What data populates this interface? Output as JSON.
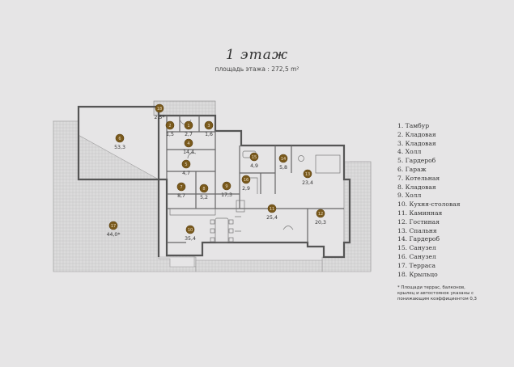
{
  "title": "1 этаж",
  "subtitle": "площадь этажа : 272,5 m²",
  "rooms": [
    {
      "n": "1",
      "area": "2,7"
    },
    {
      "n": "2",
      "area": "1,5"
    },
    {
      "n": "3",
      "area": "1,6"
    },
    {
      "n": "4",
      "area": "14,4"
    },
    {
      "n": "5",
      "area": "4,7"
    },
    {
      "n": "6",
      "area": "53,3"
    },
    {
      "n": "7",
      "area": "8,7"
    },
    {
      "n": "8",
      "area": "5,2"
    },
    {
      "n": "9",
      "area": "17,3"
    },
    {
      "n": "10",
      "area": "35,4"
    },
    {
      "n": "11",
      "area": "25,4"
    },
    {
      "n": "12",
      "area": "20,3"
    },
    {
      "n": "13",
      "area": "23,4"
    },
    {
      "n": "14",
      "area": "5,8"
    },
    {
      "n": "15",
      "area": "4,9"
    },
    {
      "n": "16",
      "area": "2,9"
    },
    {
      "n": "17",
      "area": "44,0*"
    },
    {
      "n": "18",
      "area": "2,5*"
    }
  ],
  "legend": [
    "1. Тамбур",
    "2. Кладовая",
    "3. Кладовая",
    "4. Холл",
    "5. Гардероб",
    "6. Гараж",
    "7. Котельная",
    "8. Кладовая",
    "9. Холл",
    "10. Кухня-столовая",
    "11. Каминная",
    "12. Гостиная",
    "13. Спальня",
    "14. Гардероб",
    "15. Санузел",
    "16. Санузел",
    "17. Терраса",
    "18. Крыльцо"
  ],
  "note": [
    "* Площади террас, балконов,",
    "крылец и автостоянок указаны с",
    "понижающим коэффициентом 0,3"
  ]
}
